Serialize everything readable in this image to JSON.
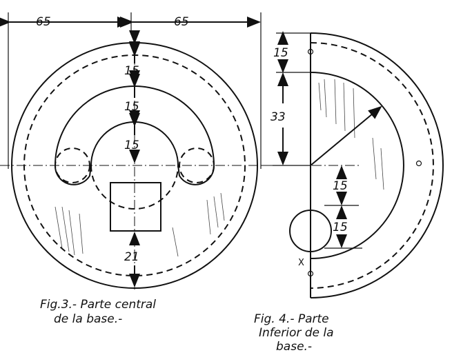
{
  "fig3": {
    "dims": {
      "left_width": "65",
      "right_width": "65",
      "d1": "15",
      "d2": "15",
      "d3": "15",
      "bottom": "21"
    },
    "caption_line1": "Fig.3.- Parte central",
    "caption_line2": "de la base.-"
  },
  "fig4": {
    "dims": {
      "top": "15",
      "height": "33",
      "d1": "15",
      "d2": "15"
    },
    "point_label": "X",
    "caption_line1": "Fig. 4.- Parte",
    "caption_line2": "Inferior de la",
    "caption_line3": "base.-"
  }
}
